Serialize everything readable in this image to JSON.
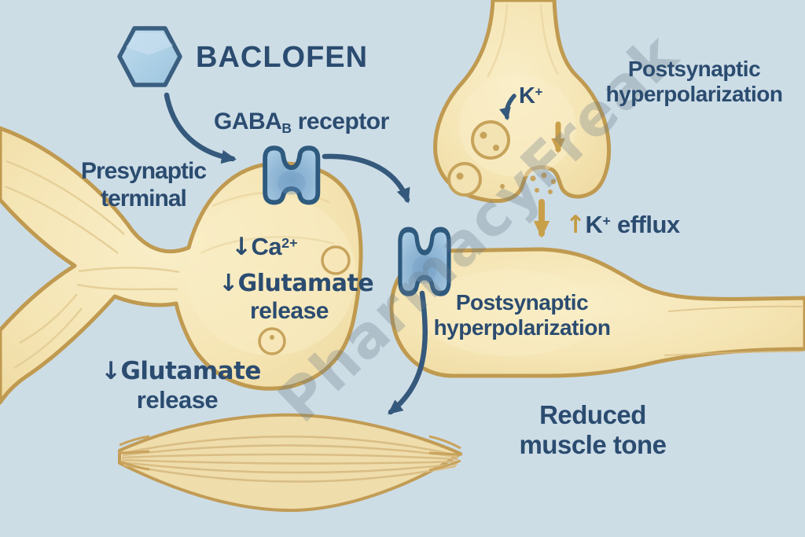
{
  "title": {
    "drug": "BACLOFEN"
  },
  "labels": {
    "gaba": {
      "base": "GABA",
      "sub": "B",
      "rest": " receptor"
    },
    "presynaptic": {
      "line1": "Presynaptic",
      "line2": "terminal"
    },
    "ca": {
      "arrow": "↓",
      "base": "Ca",
      "sup": "2+"
    },
    "glutamate_inside": {
      "line1": "↓Glutamate",
      "line2": "release"
    },
    "glutamate_bottom": {
      "line1": "↓Glutamate",
      "line2": "release"
    },
    "k_top": {
      "base": "K",
      "sup": "+"
    },
    "hyper_top": {
      "line1": "Postsynaptic",
      "line2": "hyperpolarization"
    },
    "k_efflux": {
      "arrow": "↑",
      "base": "K",
      "sup": "+",
      "rest": " efflux"
    },
    "hyper_post": {
      "line1": "Postsynaptic",
      "line2": "hyperpolarization"
    },
    "muscle_tone": {
      "line1": "Reduced",
      "line2": "muscle tone"
    }
  },
  "watermark": "PharmacyFreak",
  "icons": {
    "baclofen_molecule": "hexagon-icon",
    "gaba_b_receptor": "receptor-vest-icon"
  },
  "palette": {
    "background": "#cddde6",
    "neuron_fill": "#f5e5b4",
    "neuron_outline": "#bf9a50",
    "receptor_fill": "#9cc1dd",
    "receptor_outline": "#2e5a7e",
    "text_navy": "#2b4c70",
    "arrow_navy": "#35597c",
    "arrow_tan": "#c9a04a",
    "watermark_gray": "#6a7a88"
  }
}
